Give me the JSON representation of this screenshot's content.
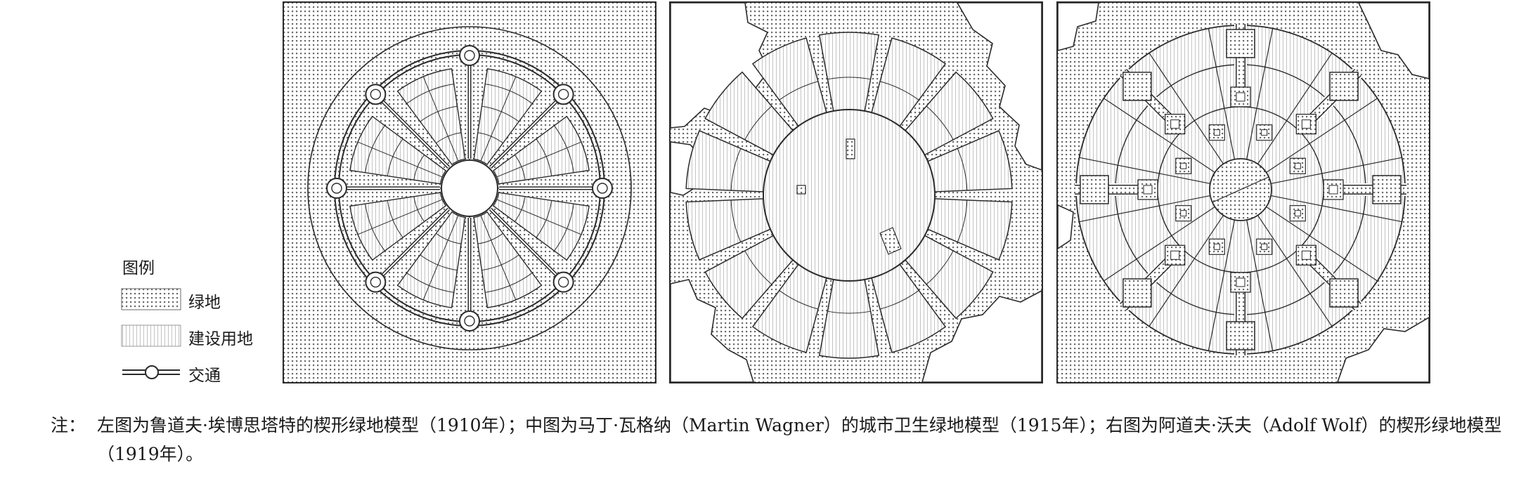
{
  "legend": {
    "title": "图例",
    "items": [
      {
        "key": "green",
        "label": "绿地",
        "swatch_icon": "dotted-pattern-swatch"
      },
      {
        "key": "built",
        "label": "建设用地",
        "swatch_icon": "vertical-hatch-swatch"
      },
      {
        "key": "traffic",
        "label": "交通",
        "swatch_icon": "double-line-node-symbol"
      }
    ]
  },
  "caption": {
    "prefix": "注：",
    "text": "左图为鲁道夫·埃博思塔特的楔形绿地模型（1910年）；中图为马丁·瓦格纳（Martin Wagner）的城市卫生绿地模型（1915年）；右图为阿道夫·沃夫（Adolf Wolf）的楔形绿地模型（1919年）。"
  },
  "colors": {
    "line": "#2b2b2b",
    "dot": "#6a6a6a",
    "hatch": "#b5b5b5",
    "paper": "#ffffff"
  },
  "panels": [
    {
      "id": "left",
      "wedge_count": 8,
      "has_ring_road": true,
      "ring_nodes": 8
    },
    {
      "id": "middle",
      "wedge_count": 14
    },
    {
      "id": "right",
      "sector_count": 16,
      "node_blocks_outer": 8,
      "node_blocks_inner": 8
    }
  ]
}
